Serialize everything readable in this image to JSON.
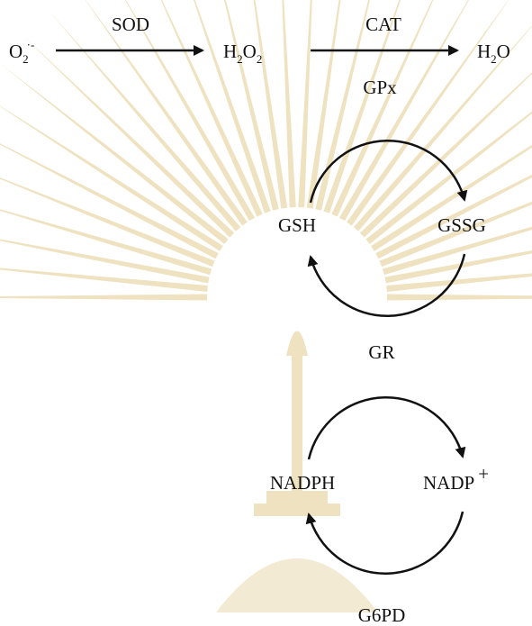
{
  "pathway": {
    "superoxide": {
      "base": "O",
      "sub": "2",
      "sup": "·-"
    },
    "peroxide": {
      "h": "H",
      "sub1": "2",
      "o": "O",
      "sub2": "2"
    },
    "water": {
      "h": "H",
      "sub": "2",
      "o": "O"
    },
    "enzyme_sod": "SOD",
    "enzyme_cat": "CAT",
    "enzyme_gpx": "GPx"
  },
  "glutathione_cycle": {
    "reduced": "GSH",
    "oxidized": "GSSG",
    "enzyme": "GR"
  },
  "nadph_cycle": {
    "reduced": "NADPH",
    "oxidized": "NADP",
    "oxidized_charge": "+",
    "enzyme": "G6PD"
  },
  "colors": {
    "ink": "#111111",
    "watermark": "#efe2c0",
    "watermark_accent": "#f3ead4"
  }
}
